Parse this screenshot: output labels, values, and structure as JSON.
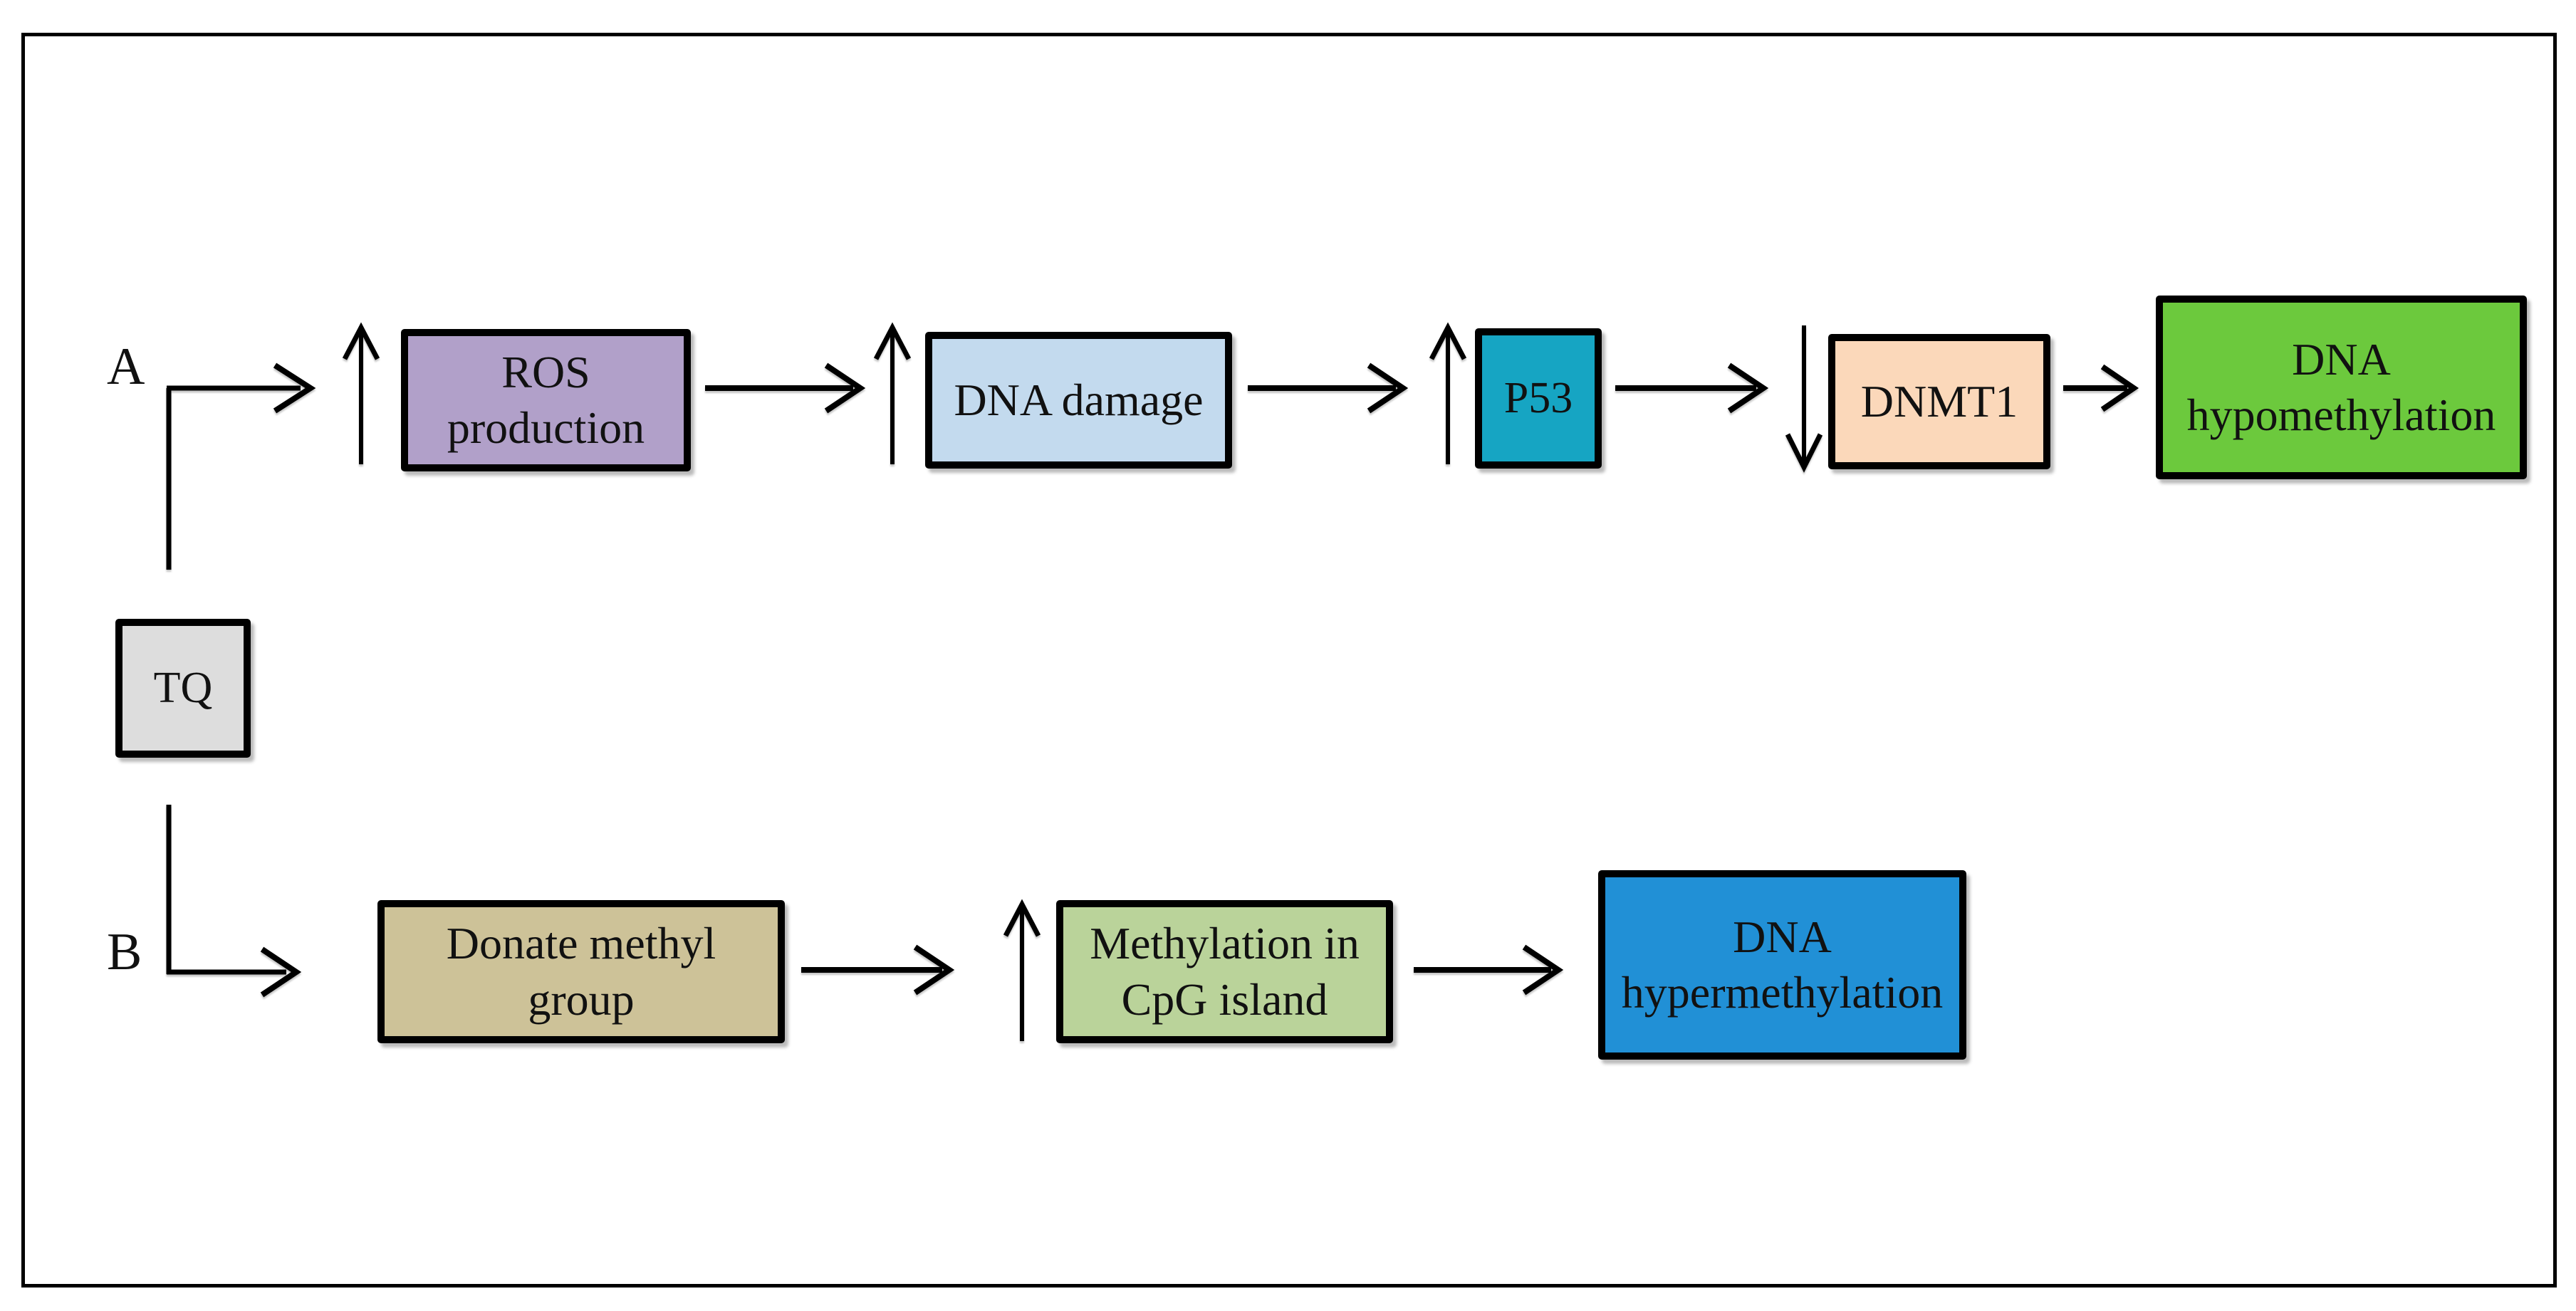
{
  "figure": {
    "description": "Two-branch pathway diagram of TQ effects on DNA methylation",
    "background_color": "#ffffff",
    "frame_border_color": "#000000"
  },
  "branch_labels": {
    "a": "A",
    "b": "B"
  },
  "nodes": {
    "tq": {
      "label": "TQ",
      "fill": "#dddddd"
    },
    "ros": {
      "label": "ROS production",
      "fill": "#b1a0c9"
    },
    "dna_damage": {
      "label": "DNA damage",
      "fill": "#c3daee"
    },
    "p53": {
      "label": "P53",
      "fill": "#16a5c3"
    },
    "dnmt1": {
      "label": "DNMT1",
      "fill": "#fbd8ba"
    },
    "dna_hypomethylation": {
      "label": "DNA hypomethylation",
      "fill": "#6cc93d"
    },
    "donate_methyl": {
      "label": "Donate methyl group",
      "fill": "#cdc298"
    },
    "cpg_methylation": {
      "label": "Methylation in CpG island",
      "fill": "#bad39a"
    },
    "dna_hypermethylation": {
      "label": "DNA hypermethylation",
      "fill": "#2190d6"
    }
  },
  "edges": {
    "branch_a": [
      {
        "from": "TQ",
        "to": "ROS production",
        "effect": "increase"
      },
      {
        "from": "ROS production",
        "to": "DNA damage",
        "effect": "increase"
      },
      {
        "from": "DNA damage",
        "to": "P53",
        "effect": "increase"
      },
      {
        "from": "P53",
        "to": "DNMT1",
        "effect": "decrease"
      },
      {
        "from": "DNMT1",
        "to": "DNA hypomethylation",
        "effect": "none"
      }
    ],
    "branch_b": [
      {
        "from": "TQ",
        "to": "Donate methyl group",
        "effect": "none"
      },
      {
        "from": "Donate methyl group",
        "to": "Methylation in CpG island",
        "effect": "increase"
      },
      {
        "from": "Methylation in CpG island",
        "to": "DNA hypermethylation",
        "effect": "none"
      }
    ]
  }
}
